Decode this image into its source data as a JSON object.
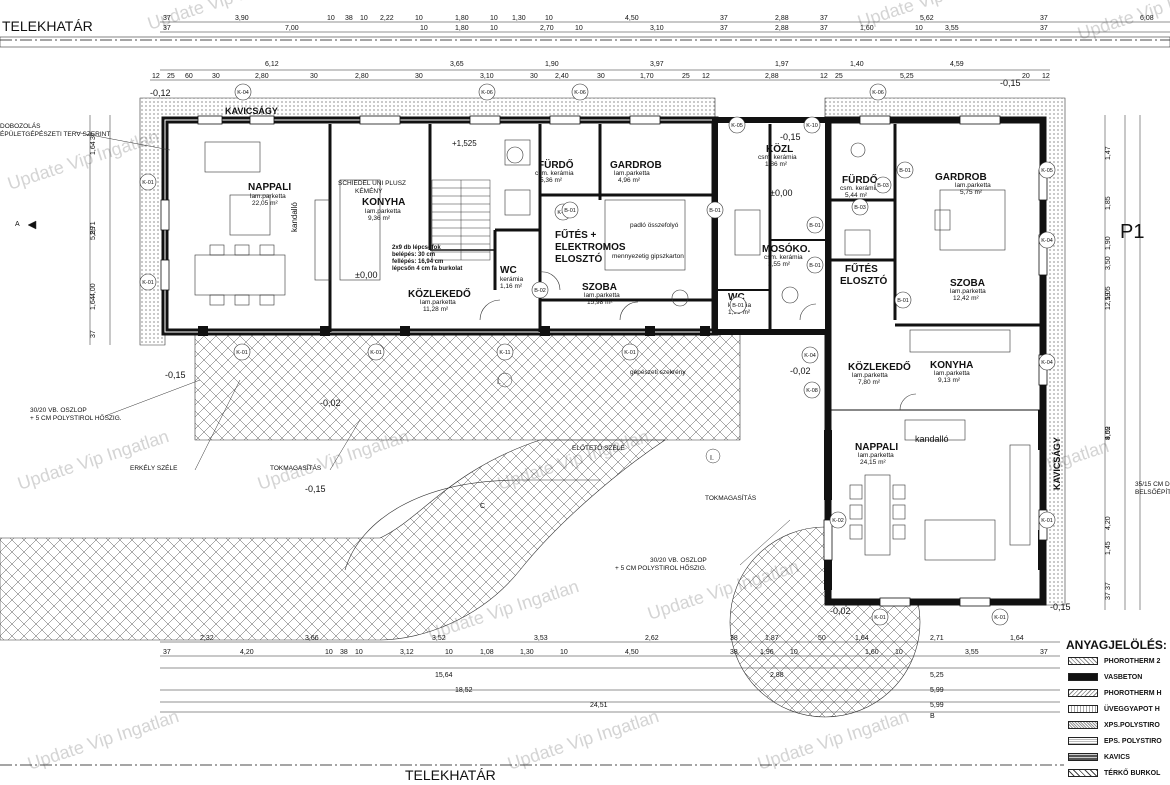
{
  "boundary": {
    "top": "TELEKHATÁR",
    "bottom": "TELEKHATÁR"
  },
  "watermark": "Update Vip Ingatlan",
  "plot_label": "P1",
  "notes": {
    "left_note_1": "DOBOZOLÁS",
    "left_note_2": "ÉPÜLETGÉPÉSZETI TERV SZERINT",
    "pillar_left_1": "30/20 VB. OSZLOP",
    "pillar_left_2": "+ 5 CM POLYSTIROL HŐSZIG.",
    "pillar_mid_1": "30/20 VB. OSZLOP",
    "pillar_mid_2": "+ 5 CM POLYSTIROL HŐSZIG.",
    "balcony_edge": "ERKÉLY SZÉLE",
    "tokmag_1": "TOKMAGASÍTÁS",
    "tokmag_2": "TOKMAGASÍTÁS",
    "canopy_edge": "ELŐTETŐ SZÉLE",
    "gravel_top": "KAVICSÁGY",
    "gravel_right": "KAVICSÁGY",
    "chimney_1": "SCHIEDEL UNI PLUSZ",
    "chimney_2": "KÉMÉNY",
    "stairs_1": "2x9 db lépcsőfok",
    "stairs_2": "belépés: 30 cm",
    "stairs_3": "fellépés: 16,94 cm",
    "stairs_4": "lépcsőn 4 cm fa burkolat",
    "attic_hatch": "padló összefolyó",
    "ceiling_note": "mennyezetig gipszkarton",
    "mech_note": "gépészeti szekrény",
    "right_note_1": "35/15 CM D",
    "right_note_2": "BELSŐÉPÍT",
    "stove_left": "kandalló",
    "stove_right": "kandalló",
    "marker_i": "I.",
    "marker_a": "A",
    "marker_b": "B",
    "marker_c": "C"
  },
  "levels": {
    "l1": "-0,12",
    "l2": "-0,15",
    "l3": "-0,02",
    "l4": "-0,15",
    "l5": "±0,00",
    "l6": "+1,525",
    "l7": "-0,15",
    "l8": "±0,00",
    "l9": "-0,02",
    "l10": "-0,02",
    "l11": "-0,15",
    "l12": "-0,15"
  },
  "rooms": [
    {
      "name": "NAPPALI",
      "sub1": "lam.parketta",
      "sub2": "22,05 m²"
    },
    {
      "name": "KONYHA",
      "sub1": "lam.parketta",
      "sub2": "9,36 m²"
    },
    {
      "name": "FÜRDŐ",
      "sub1": "csm. kerámia",
      "sub2": "5,36 m²"
    },
    {
      "name": "GARDROB",
      "sub1": "lam.parketta",
      "sub2": "4,96 m²"
    },
    {
      "name": "FŰTÉS +",
      "sub1": "ELEKTROMOS",
      "sub2": "ELOSZTÓ"
    },
    {
      "name": "WC",
      "sub1": "kerámia",
      "sub2": "1,16 m²"
    },
    {
      "name": "KÖZLEKEDŐ",
      "sub1": "lam.parketta",
      "sub2": "11,28 m²"
    },
    {
      "name": "SZOBA",
      "sub1": "lam.parketta",
      "sub2": "15,98 m²"
    },
    {
      "name": "KÖZL",
      "sub1": "csm. kerámia",
      "sub2": "1,86 m²"
    },
    {
      "name": "MOSÓKO.",
      "sub1": "csm. kerámia",
      "sub2": "3,55 m²"
    },
    {
      "name": "WC",
      "sub1": "kerámia",
      "sub2": "1,96 m²"
    },
    {
      "name": "FÜRDŐ",
      "sub1": "csm. kerámia",
      "sub2": "5,44 m²"
    },
    {
      "name": "GARDROB",
      "sub1": "lam.parketta",
      "sub2": "5,75 m²"
    },
    {
      "name": "FŰTÉS",
      "sub1": "ELOSZTÓ",
      "sub2": ""
    },
    {
      "name": "SZOBA",
      "sub1": "lam.parketta",
      "sub2": "12,42 m²"
    },
    {
      "name": "KÖZLEKEDŐ",
      "sub1": "lam.parketta",
      "sub2": "7,80 m²"
    },
    {
      "name": "KONYHA",
      "sub1": "lam.parketta",
      "sub2": "9,13 m²"
    },
    {
      "name": "NAPPALI",
      "sub1": "lam.parketta",
      "sub2": "24,15 m²"
    }
  ],
  "tags": [
    "K-04",
    "K-06",
    "K-06",
    "K-05",
    "K-10",
    "K-06",
    "K-01",
    "K-01",
    "K-01",
    "K-01",
    "K-11",
    "K-01",
    "K-01",
    "K-05",
    "K-04",
    "K-04",
    "K-02",
    "K-01",
    "K-01",
    "K-04",
    "K-08",
    "K-11",
    "B-02",
    "B-01",
    "B-01",
    "B-03",
    "B-03",
    "B-01",
    "B-01",
    "B-01",
    "B-01",
    "B-01"
  ],
  "dims_top_1": [
    "37",
    "3,90",
    "10",
    "38",
    "10",
    "2,22",
    "10",
    "1,80",
    "10",
    "1,30",
    "10",
    "4,50",
    "37",
    "2,88",
    "37",
    "5,62",
    "37",
    "6,08"
  ],
  "dims_top_2": [
    "37",
    "7,00",
    "10",
    "1,80",
    "10",
    "2,70",
    "10",
    "3,10",
    "37",
    "2,88",
    "37",
    "1,60",
    "10",
    "3,55",
    "37"
  ],
  "dims_top_3": [
    "6,12",
    "3,65",
    "1,90",
    "3,97",
    "1,97",
    "1,40",
    "4,59"
  ],
  "dims_top_4": [
    "12",
    "25",
    "60",
    "30",
    "2,80",
    "30",
    "2,80",
    "30",
    "3,10",
    "30",
    "2,40",
    "30",
    "1,70",
    "25",
    "12",
    "2,88",
    "12",
    "25",
    "5,25",
    "20",
    "12"
  ],
  "dims_bottom_1": [
    "2,32",
    "3,66",
    "3,52",
    "3,53",
    "2,62",
    "38",
    "1,87",
    "50",
    "1,64",
    "2,71",
    "1,64"
  ],
  "dims_bottom_2": [
    "37",
    "4,20",
    "10",
    "38",
    "10",
    "3,12",
    "10",
    "1,08",
    "1,30",
    "10",
    "4,50",
    "38",
    "1,96",
    "10",
    "1,60",
    "10",
    "3,55",
    "37"
  ],
  "dims_bottom_3": [
    "15,64",
    "2,88",
    "5,25"
  ],
  "dims_bottom_4": [
    "18,52",
    "5,99"
  ],
  "dims_bottom_5": [
    "24,51",
    "5,99"
  ],
  "dims_left": [
    "37",
    "1,64",
    "5,99",
    "2,71",
    "4,00",
    "1,64",
    "37"
  ],
  "dims_right": [
    "1,47",
    "1,85",
    "1,90",
    "3,50",
    "1,05",
    "12,59",
    "9,09",
    "4,52",
    "4,20",
    "1,45",
    "37",
    "37"
  ],
  "legend": {
    "title": "ANYAGJELÖLÉS:",
    "items": [
      "PHOROTHERM 2",
      "VASBETON",
      "PHOROTHERM H",
      "ÜVEGGYAPOT H",
      "XPS.POLYSTIRO",
      "EPS. POLYSTIRO",
      "KAVICS",
      "TÉRKŐ BURKOL"
    ]
  }
}
